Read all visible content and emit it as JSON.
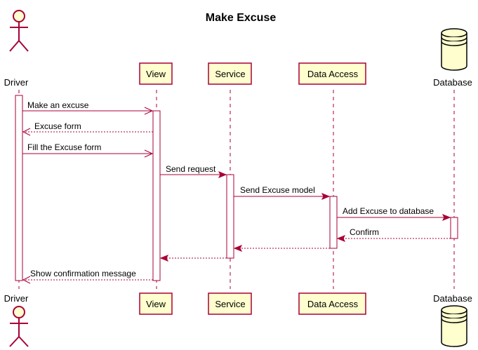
{
  "title": "Make Excuse",
  "colors": {
    "line": "#A80036",
    "participant_fill": "#FEFECE",
    "activation_fill": "#FFFFFF"
  },
  "participants": [
    {
      "id": "driver",
      "label": "Driver",
      "kind": "actor"
    },
    {
      "id": "view",
      "label": "View",
      "kind": "participant"
    },
    {
      "id": "service",
      "label": "Service",
      "kind": "participant"
    },
    {
      "id": "data_access",
      "label": "Data Access",
      "kind": "participant"
    },
    {
      "id": "database",
      "label": "Database",
      "kind": "database"
    }
  ],
  "messages": [
    {
      "from": "driver",
      "to": "view",
      "label": "Make an excuse",
      "style": "sync-open"
    },
    {
      "from": "view",
      "to": "driver",
      "label": "Excuse form",
      "style": "return"
    },
    {
      "from": "driver",
      "to": "view",
      "label": "Fill the Excuse form",
      "style": "sync-open"
    },
    {
      "from": "view",
      "to": "service",
      "label": "Send request",
      "style": "sync"
    },
    {
      "from": "service",
      "to": "data_access",
      "label": "Send Excuse model",
      "style": "sync"
    },
    {
      "from": "data_access",
      "to": "database",
      "label": "Add Excuse to database",
      "style": "sync"
    },
    {
      "from": "database",
      "to": "data_access",
      "label": "Confirm",
      "style": "return"
    },
    {
      "from": "data_access",
      "to": "service",
      "label": "",
      "style": "return"
    },
    {
      "from": "service",
      "to": "view",
      "label": "",
      "style": "return"
    },
    {
      "from": "view",
      "to": "driver",
      "label": "Show confirmation message",
      "style": "return"
    }
  ]
}
